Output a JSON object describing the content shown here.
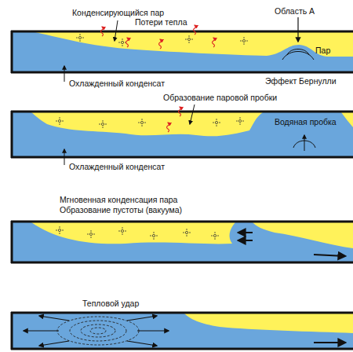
{
  "diagram": {
    "labels": [
      "Конденсирующийся пар",
      "Потери тепла",
      "Область А",
      "Пар",
      "Эффект Бернулли",
      "Охлажденный конденсат",
      "Образование паровой пробки",
      "Водяная пробка",
      "Охлажденный конденсат",
      "Мгновенная конденсация пара Образование пустоты (вакуума)",
      "Тепловой удар"
    ]
  }
}
